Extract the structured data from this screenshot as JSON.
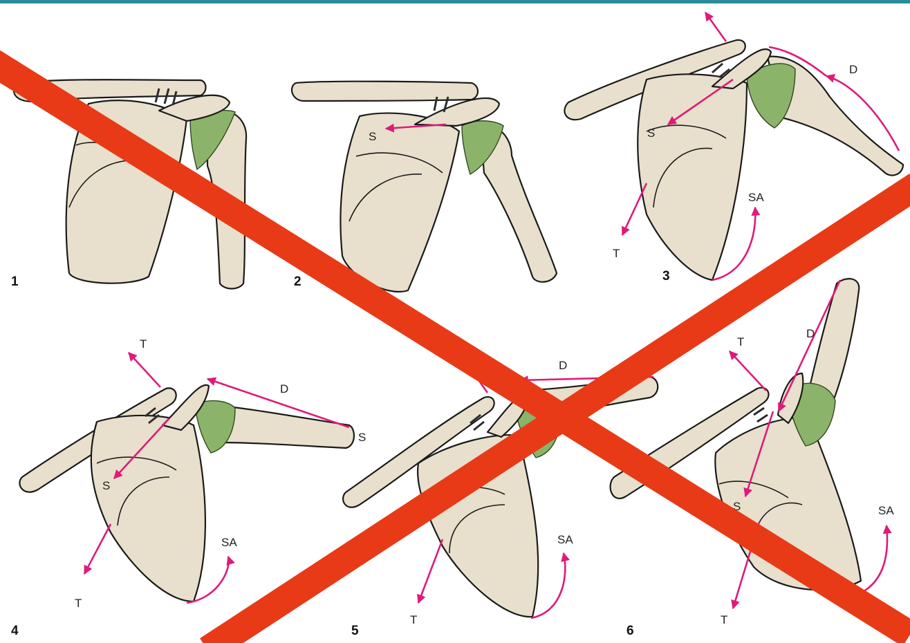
{
  "figure": {
    "panel_numbers": [
      "1",
      "2",
      "3",
      "4",
      "5",
      "6"
    ],
    "vector_labels": {
      "scapula": "S",
      "trapezius": "T",
      "deltoid": "D",
      "serratus_anterior": "SA"
    },
    "colors": {
      "bone": "#e8e0cc",
      "joint_cartilage": "#8cb36a",
      "force_vector": "#e0197a",
      "cross_overlay": "#e83a17",
      "top_border": "#2a8a9a"
    }
  }
}
